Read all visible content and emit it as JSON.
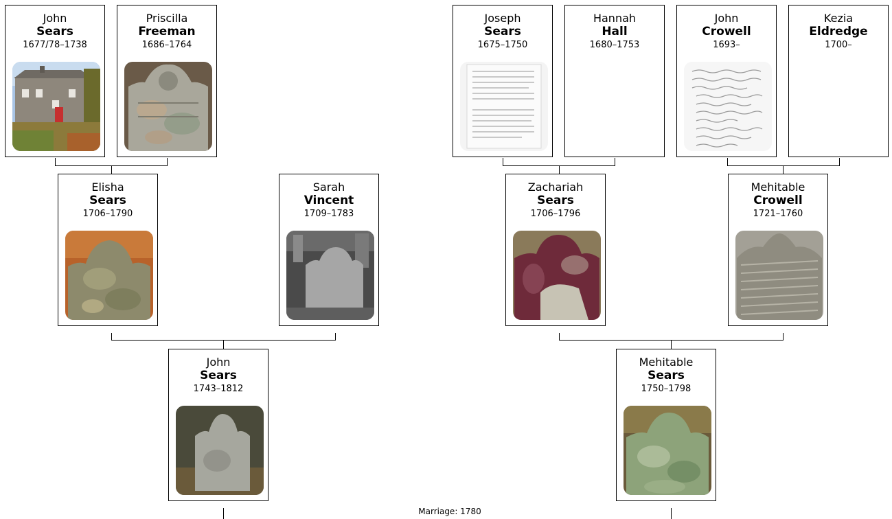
{
  "people": {
    "g1": {
      "given": "John",
      "surname": "Sears",
      "dates": "1677/78–1738"
    },
    "g2": {
      "given": "Priscilla",
      "surname": "Freeman",
      "dates": "1686–1764"
    },
    "g3": {
      "given": "Joseph",
      "surname": "Sears",
      "dates": "1675–1750"
    },
    "g4": {
      "given": "Hannah",
      "surname": "Hall",
      "dates": "1680–1753"
    },
    "g5": {
      "given": "John",
      "surname": "Crowell",
      "dates": "1693–"
    },
    "g6": {
      "given": "Kezia",
      "surname": "Eldredge",
      "dates": "1700–"
    },
    "p1": {
      "given": "Elisha",
      "surname": "Sears",
      "dates": "1706–1790"
    },
    "p2": {
      "given": "Sarah",
      "surname": "Vincent",
      "dates": "1709–1783"
    },
    "p3": {
      "given": "Zachariah",
      "surname": "Sears",
      "dates": "1706–1796"
    },
    "p4": {
      "given": "Mehitable",
      "surname": "Crowell",
      "dates": "1721–1760"
    },
    "c1": {
      "given": "John",
      "surname": "Sears",
      "dates": "1743–1812"
    },
    "c2": {
      "given": "Mehitable",
      "surname": "Sears",
      "dates": "1750–1798"
    }
  },
  "marriage_label": "Marriage: 1780"
}
